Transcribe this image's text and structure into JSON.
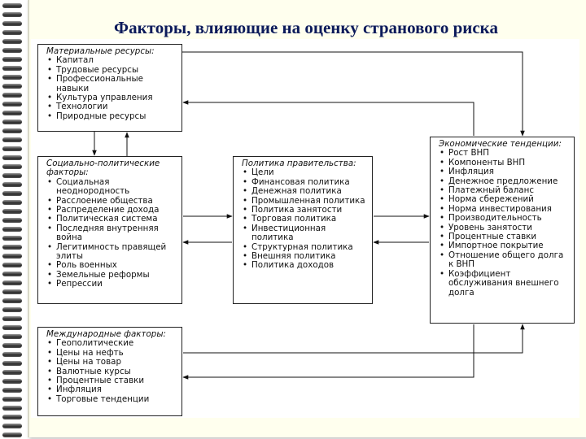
{
  "title": "Факторы, влияющие на оценку странового риска",
  "boxes": {
    "material": {
      "header": "Материальные ресурсы:",
      "items": [
        "Капитал",
        "Трудовые ресурсы",
        "Профессиональные навыки",
        "Культура управления",
        "Технологии",
        "Природные ресурсы"
      ]
    },
    "social": {
      "header": "Социально-политические факторы:",
      "items": [
        "Социальная неоднородность",
        "Расслоение общества",
        "Распределение дохода",
        "Политическая система",
        "Последняя внутренняя война",
        "Легитимность правящей элиты",
        "Роль военных",
        "Земельные реформы",
        "Репрессии"
      ]
    },
    "policy": {
      "header": "Политика правительства:",
      "items": [
        "Цели",
        "Финансовая политика",
        "Денежная политика",
        "Промышленная политика",
        "Политика занятости",
        "Торговая политика",
        "Инвестиционная политика",
        "Структурная политика",
        "Внешняя политика",
        "Политика доходов"
      ]
    },
    "economic": {
      "header": "Экономические тенденции:",
      "items": [
        "Рост ВНП",
        "Компоненты ВНП",
        "Инфляция",
        "Денежное предложение",
        "Платежный баланс",
        "Норма сбережений",
        "Норма инвестирования",
        "Производительность",
        "Уровень занятости",
        "Процентные ставки",
        "Импортное покрытие",
        "Отношение общего долга к ВНП",
        "Коэффициент обслуживания внешнего долга"
      ]
    },
    "international": {
      "header": "Международные факторы:",
      "items": [
        "Геополитические",
        "Цены на нефть",
        "Цены на товар",
        "Валютные курсы",
        "Процентные ставки",
        "Инфляция",
        "Торговые тенденции"
      ]
    }
  }
}
